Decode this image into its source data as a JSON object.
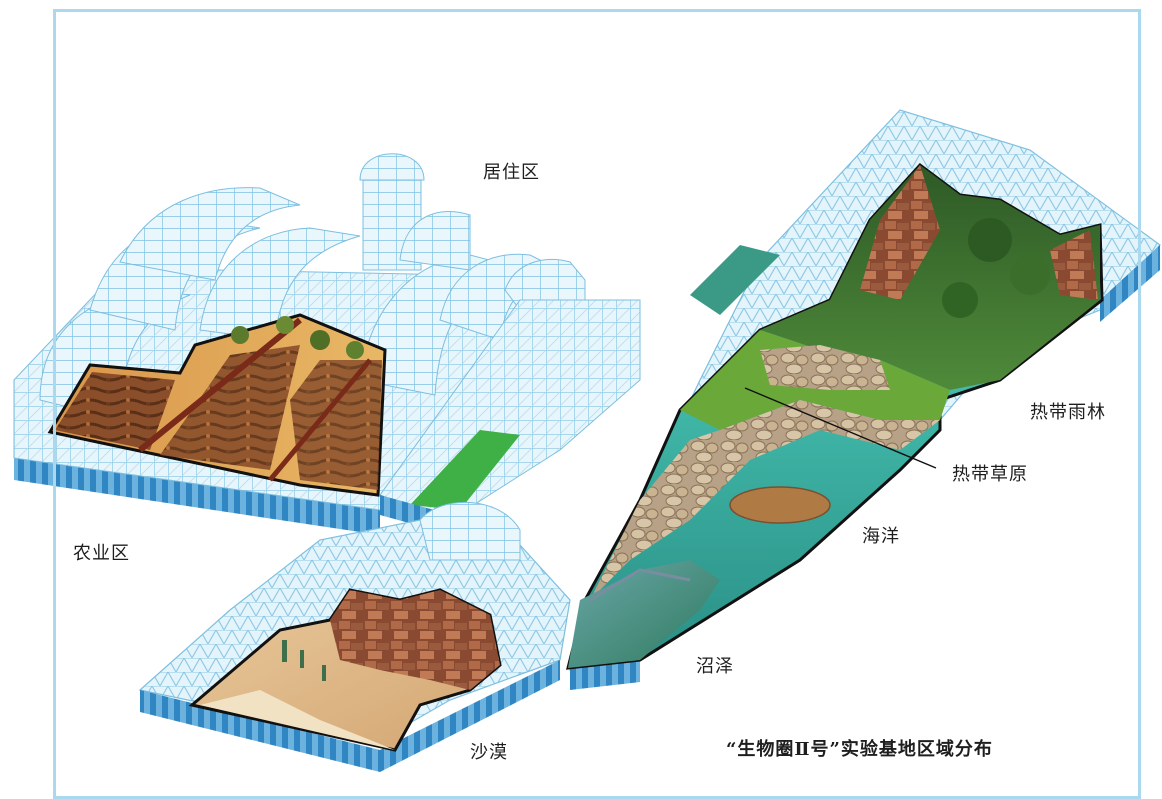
{
  "labels": {
    "residential": "居住区",
    "agriculture": "农业区",
    "rainforest": "热带雨林",
    "savanna": "热带草原",
    "ocean": "海洋",
    "marsh": "沼泽",
    "desert": "沙漠"
  },
  "caption": "“生物圈Ⅱ号”实验基地区域分布",
  "colors": {
    "frame": "#a9d8ef",
    "glass": "#e3f4fb",
    "grid": "#8fc9e6",
    "ocean": "#3fb9a8",
    "soil": "#b9743a",
    "forest": "#3f6a2c",
    "lawn": "#3cb043"
  }
}
